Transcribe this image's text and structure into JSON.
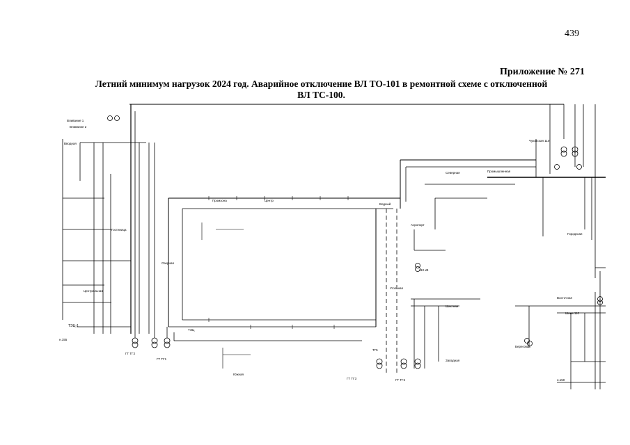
{
  "header": {
    "page_number": "439",
    "appendix": "Приложение № 271",
    "title_line1": "Летний минимум нагрузок 2024 год. Аварийное отключение ВЛ ТО-101 в ремонтной схеме с отключенной",
    "title_line2": "ВЛ ТС-100."
  },
  "diagram": {
    "labels": {
      "gt_tg2": "ГТ ТГ2",
      "gt_tg1": "ГТ ТГ1",
      "gt_tg3": "ГТ ТГ3",
      "gt_tg4": "ГТ ТГ4",
      "tg5": "ТГ5",
      "ozernaya": "Озерная",
      "bus_right": "Шина 110"
    }
  }
}
